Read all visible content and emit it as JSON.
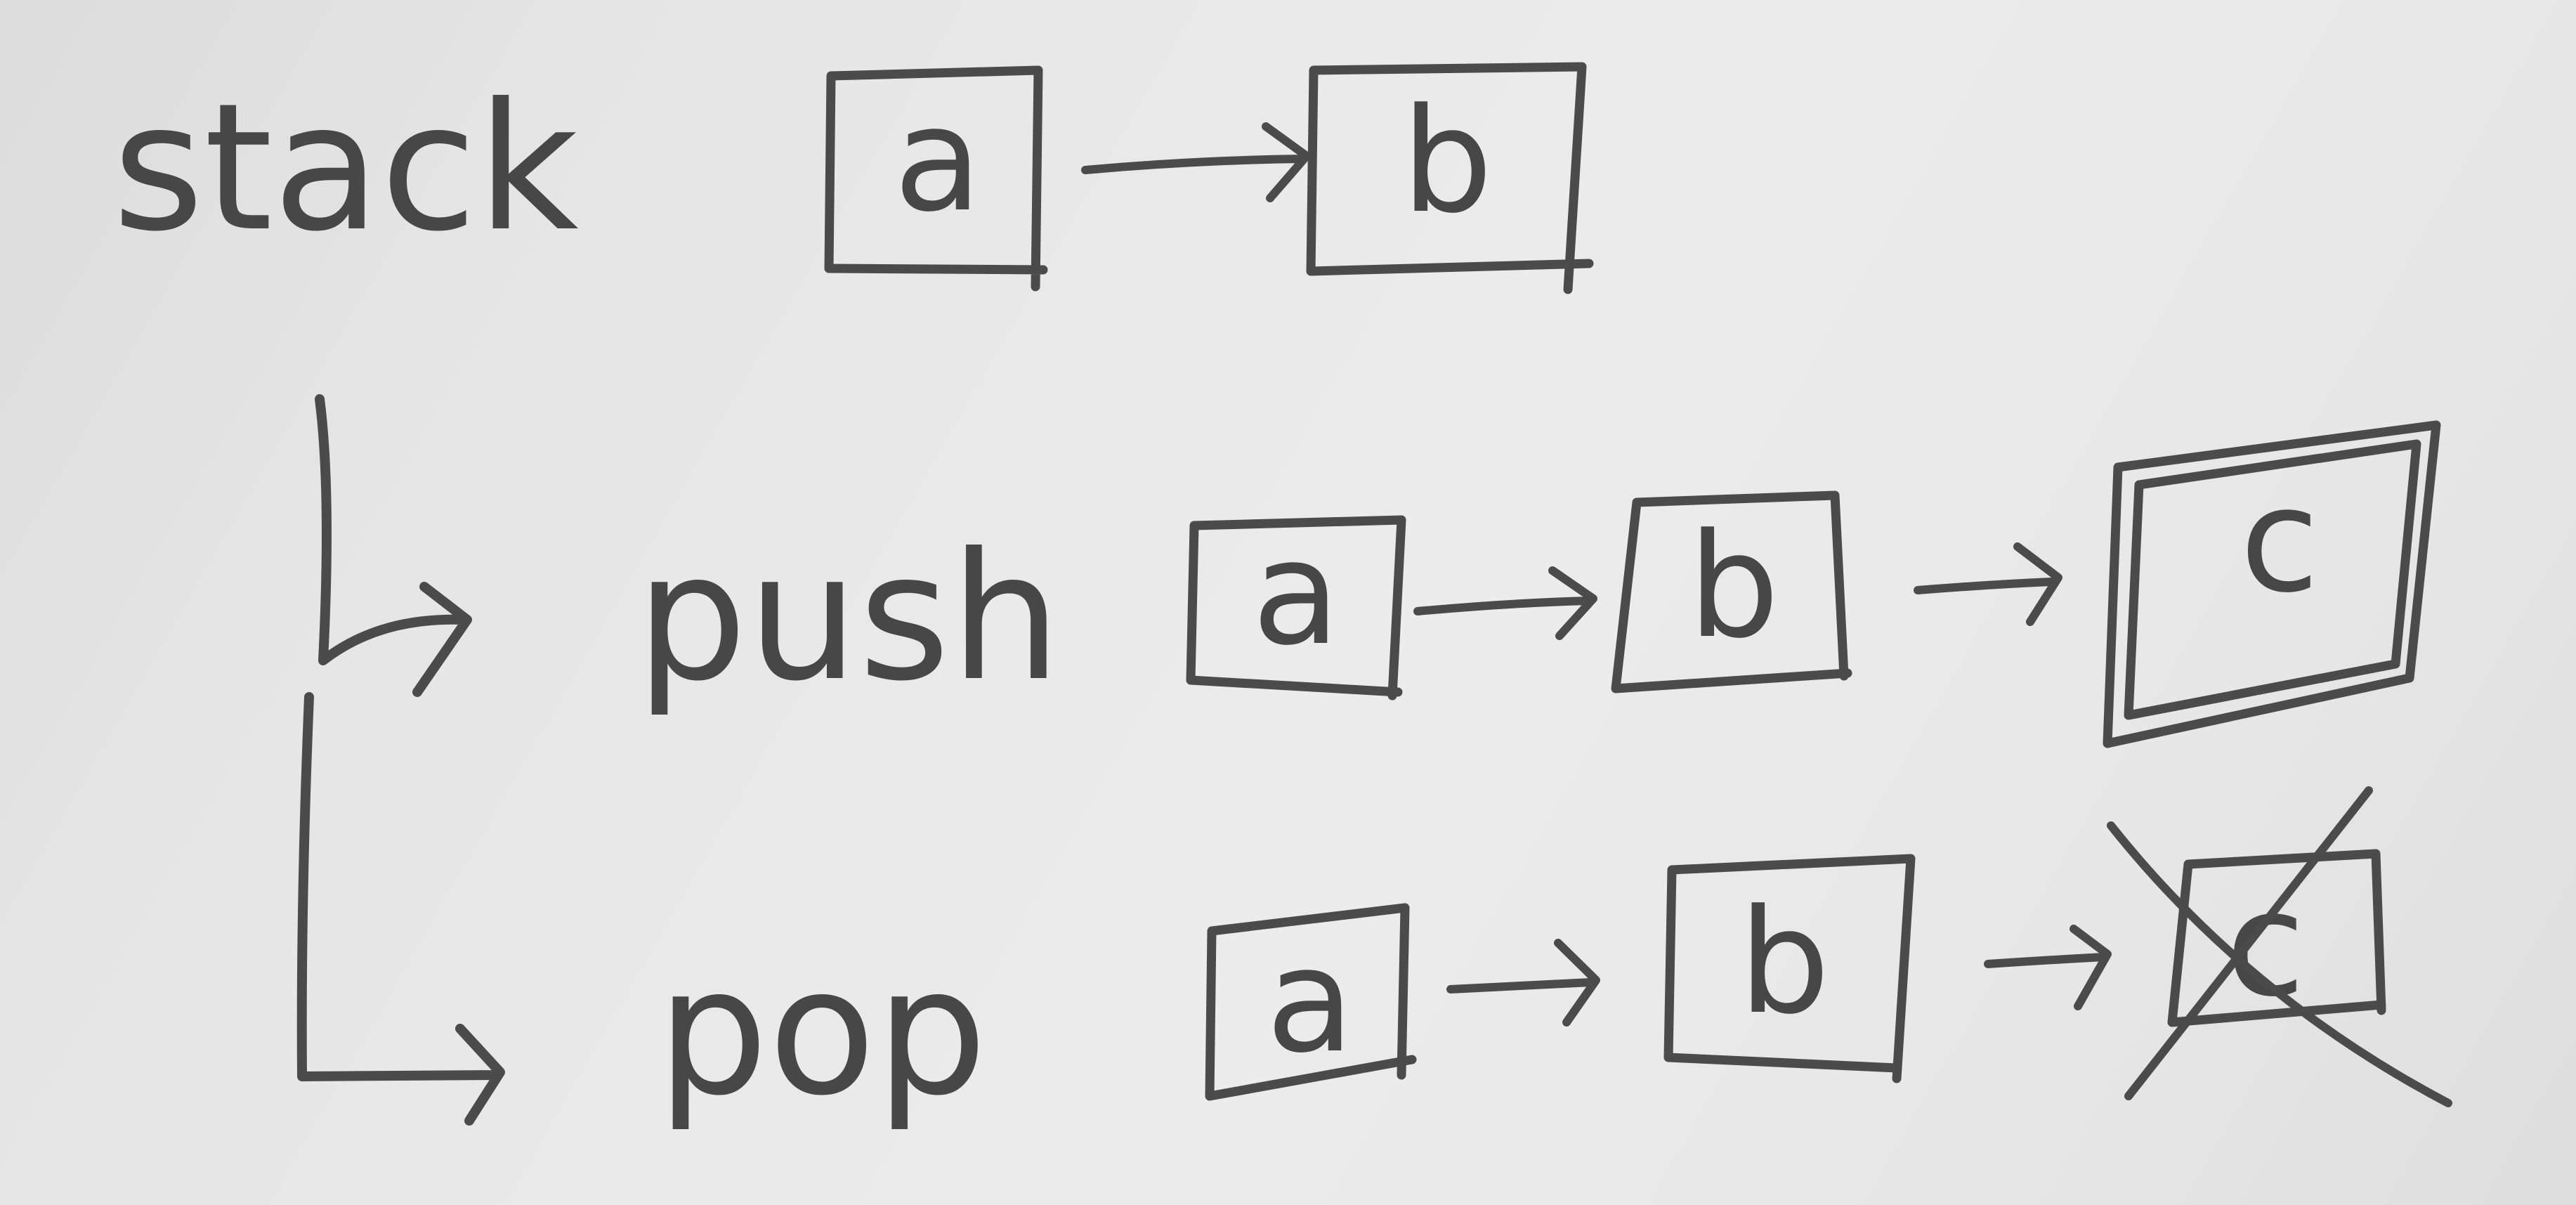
{
  "diagram": {
    "stack_label": "stack",
    "operations": {
      "push_label": "push",
      "pop_label": "pop"
    },
    "rows": [
      {
        "id": "stack",
        "nodes": [
          "a",
          "b"
        ]
      },
      {
        "id": "push",
        "nodes": [
          "a",
          "b",
          "c"
        ],
        "highlighted_node": "c"
      },
      {
        "id": "pop",
        "nodes": [
          "a",
          "b",
          "c"
        ],
        "crossed_out_node": "c"
      }
    ]
  }
}
